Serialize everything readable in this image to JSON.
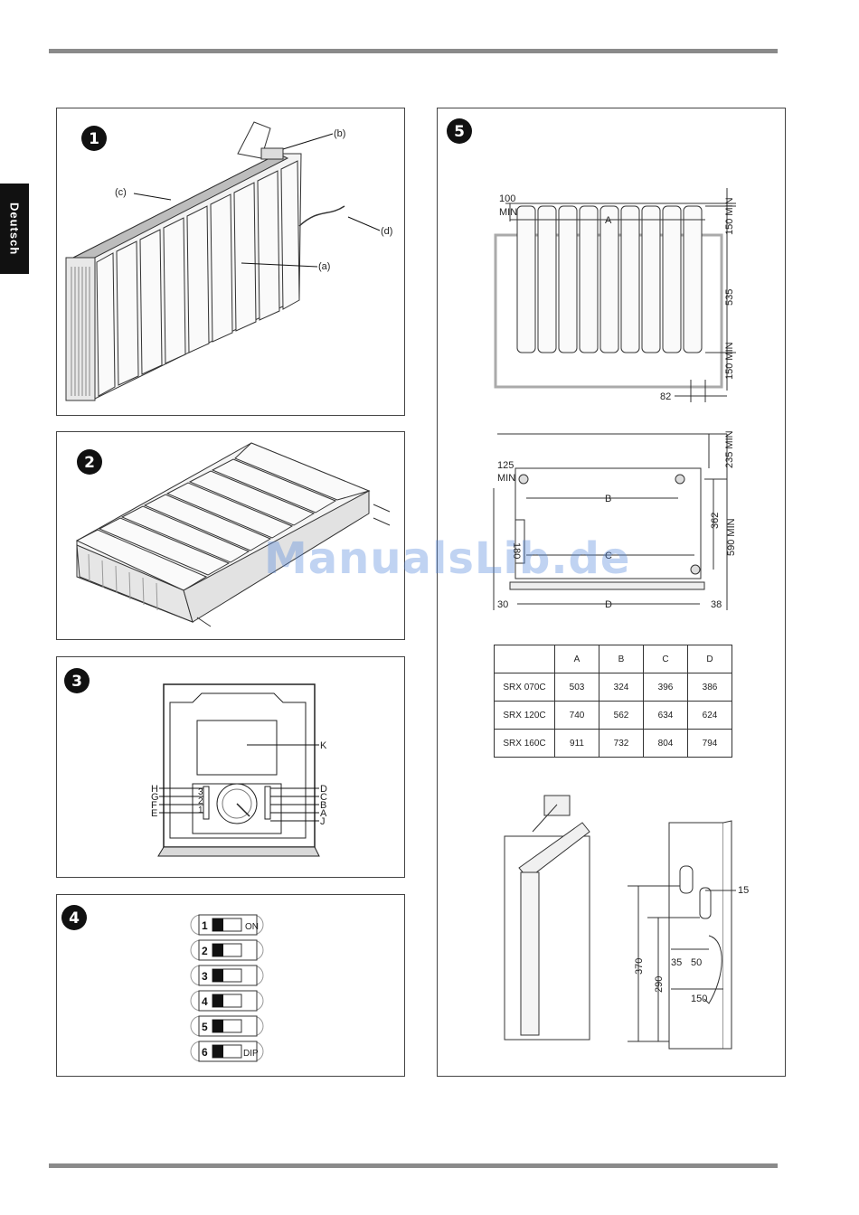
{
  "language_tab": "Deutsch",
  "watermark": "ManualsLib.de",
  "figures": [
    {
      "number": "1",
      "callouts": [
        "(b)",
        "(c)",
        "(d)",
        "(a)"
      ]
    },
    {
      "number": "2"
    },
    {
      "number": "3",
      "callouts": [
        "K",
        "H",
        "G",
        "F",
        "E",
        "D",
        "C",
        "B",
        "A",
        "J"
      ],
      "scale_marks": [
        "3",
        "2",
        "1"
      ]
    },
    {
      "number": "4",
      "switches": [
        {
          "label": "1",
          "tag": "ON"
        },
        {
          "label": "2",
          "tag": ""
        },
        {
          "label": "3",
          "tag": ""
        },
        {
          "label": "4",
          "tag": ""
        },
        {
          "label": "5",
          "tag": ""
        },
        {
          "label": "6",
          "tag": "DIP"
        }
      ]
    },
    {
      "number": "5"
    }
  ],
  "fig5": {
    "top": {
      "left_clear_value": "100",
      "left_clear_unit": "MIN",
      "width_label": "A",
      "top_clear": "150\nMIN",
      "height": "535",
      "bottom_clear": "150\nMIN",
      "offset": "82"
    },
    "mount": {
      "left_clear_value": "125",
      "left_clear_unit": "MIN",
      "b_label": "B",
      "c_label": "C",
      "d_label": "D",
      "v180": "180",
      "top_clear": "235\nMIN",
      "v362": "362",
      "v590": "590\nMIN",
      "left_margin": "30",
      "right_margin": "38"
    },
    "side": {
      "v15": "15",
      "v35": "35",
      "v50": "50",
      "v370": "370",
      "v290": "290",
      "v150": "150"
    }
  },
  "table": {
    "headers": [
      "",
      "A",
      "B",
      "C",
      "D"
    ],
    "rows": [
      [
        "SRX 070C",
        "503",
        "324",
        "396",
        "386"
      ],
      [
        "SRX 120C",
        "740",
        "562",
        "634",
        "624"
      ],
      [
        "SRX 160C",
        "911",
        "732",
        "804",
        "794"
      ]
    ]
  }
}
